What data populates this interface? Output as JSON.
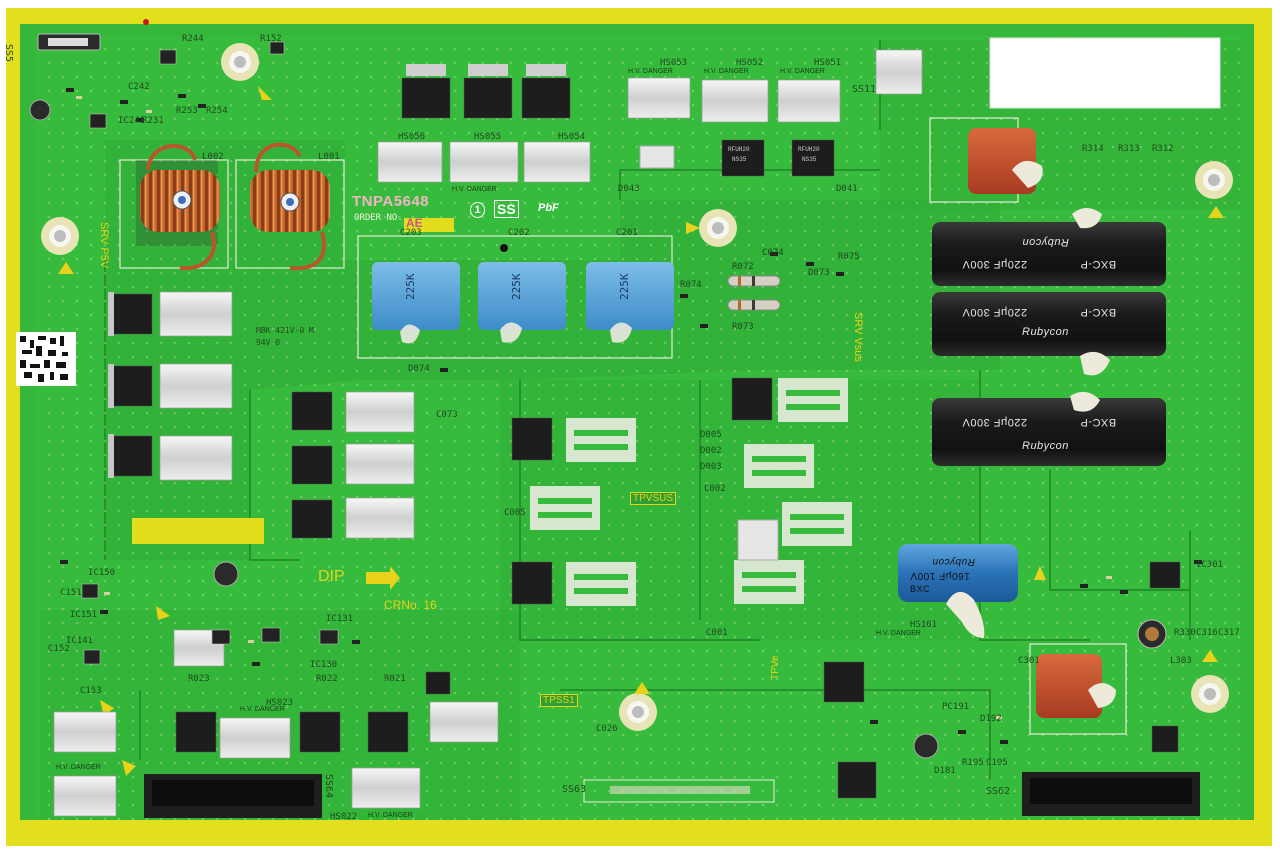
{
  "board": {
    "part_number": "TNPA5648",
    "order_label": "ORDER NO.",
    "order_code": "AE",
    "revision": "1",
    "board_name": "SS",
    "pbf_mark": "PbF",
    "crno_label": "CRNo. 16",
    "dip_label": "DIP",
    "colors": {
      "pcb_green": "#35b83a",
      "pcb_dark": "#23932a",
      "edge_yellow": "#e9e61a",
      "silk_white": "#f2f2f2",
      "ic_black": "#1b1b1b",
      "copper": "#b35a24",
      "film_cap_red": "#c84a2a",
      "film_cap_blue": "#5aa6d8",
      "ecap_black": "#1c1c1c",
      "ecap_blue": "#2f7fc2"
    }
  },
  "silkscreen": {
    "test_points": [
      "TPVSUS",
      "TPSS1",
      "TPVe"
    ],
    "voltage_labels": [
      "SRV P5V",
      "SRV Vsus"
    ],
    "connectors": [
      "SS11",
      "SS63",
      "SS62",
      "SS64",
      "SS5"
    ],
    "warning_label": "H.V. DANGER",
    "refs": [
      "L002",
      "L001",
      "L303",
      "C201",
      "C202",
      "C203",
      "HS051",
      "HS052",
      "HS053",
      "HS054",
      "HS055",
      "HS056",
      "HS022",
      "HS023",
      "HS101",
      "R314",
      "R313",
      "R312",
      "R072",
      "R073",
      "R022",
      "R021",
      "R023",
      "C074",
      "C073",
      "D074",
      "D073",
      "C301",
      "C317",
      "C316",
      "R330",
      "C195",
      "R195",
      "D181",
      "D192",
      "PC191",
      "IC301",
      "IC131",
      "IC130",
      "IC151",
      "IC150",
      "IC141",
      "C152",
      "C153",
      "C151",
      "C026",
      "D043",
      "D041",
      "D002",
      "D003",
      "D005",
      "C001",
      "C002",
      "C005",
      "R074",
      "R075",
      "R152",
      "R244",
      "R253",
      "R254",
      "IC241",
      "R231",
      "C242"
    ]
  },
  "components": {
    "film_capacitor_value": "225K",
    "ecap_brand": "Rubycon",
    "ecap_series": "BXC-P",
    "ecap_rating": "220μF 300V",
    "small_ecap_rating": "160μF 100V",
    "small_ecap_series": "BXC",
    "mosfet_mark_a": "RFUH20",
    "mosfet_mark_b": "NS35",
    "fr4_mark": "MBK 421V-0 M",
    "fr4_grade": "94V-0"
  }
}
